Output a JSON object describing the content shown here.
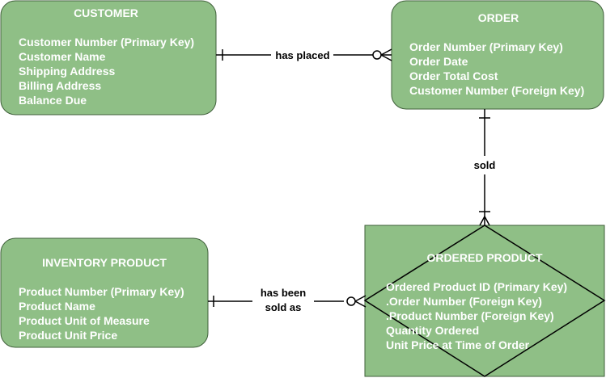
{
  "colors": {
    "entity_fill": "#8fbf86",
    "entity_stroke": "#3f5f3a",
    "text": "#ffffff",
    "line": "#000000"
  },
  "entities": {
    "customer": {
      "title": "CUSTOMER",
      "attributes": [
        "Customer Number (Primary Key)",
        "Customer Name",
        "Shipping Address",
        "Billing Address",
        "Balance Due"
      ]
    },
    "order": {
      "title": "ORDER",
      "attributes": [
        "Order Number (Primary Key)",
        "Order Date",
        "Order Total Cost",
        "Customer Number (Foreign Key)"
      ]
    },
    "inventory_product": {
      "title": "INVENTORY PRODUCT",
      "attributes": [
        "Product Number (Primary Key)",
        "Product Name",
        "Product Unit of Measure",
        "Product Unit Price"
      ]
    },
    "ordered_product": {
      "title": "ORDERED PRODUCT",
      "attributes": [
        "Ordered Product ID (Primary Key)",
        ".Order Number (Foreign Key)",
        ".Product Number (Foreign Key)",
        "Quantity Ordered",
        "Unit Price at Time of Order"
      ]
    }
  },
  "relationships": {
    "has_placed": "has placed",
    "sold": "sold",
    "has_been_sold_as_line1": "has been",
    "has_been_sold_as_line2": "sold as"
  }
}
